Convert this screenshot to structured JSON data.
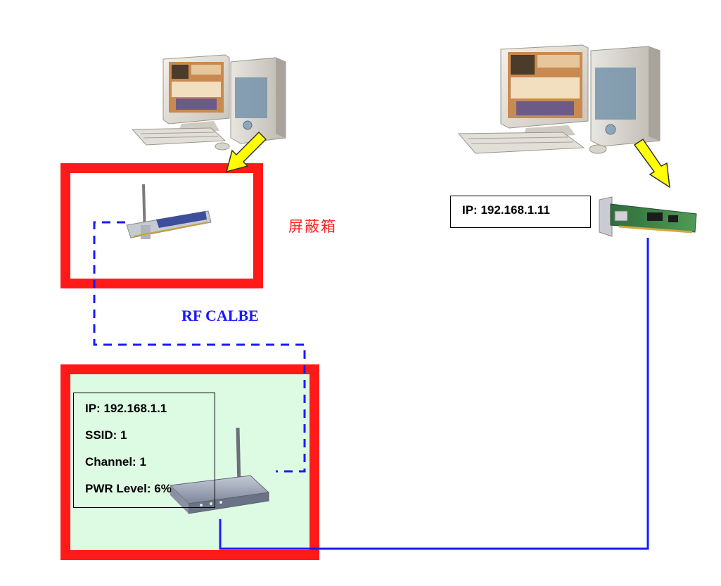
{
  "shield_box_label": "屏蔽箱",
  "rf_cable_label": "RF CALBE",
  "client_nic": {
    "ip_label": "IP: 192.168.1.11"
  },
  "access_point": {
    "ip": "IP: 192.168.1.1",
    "ssid": "SSID: 1",
    "channel": "Channel: 1",
    "pwr_level": "PWR Level: 6%"
  },
  "colors": {
    "shield": "#ff1a1a",
    "rf_cable": "#1a1aff",
    "ethernet_cable": "#1a1aff",
    "arrow": "#ffff00",
    "ap_box_fill": "#ddfbe3"
  },
  "icons": [
    "desktop-computer-icon",
    "wireless-pci-card-icon",
    "ethernet-nic-card-icon",
    "wireless-router-icon",
    "yellow-arrow-icon"
  ]
}
